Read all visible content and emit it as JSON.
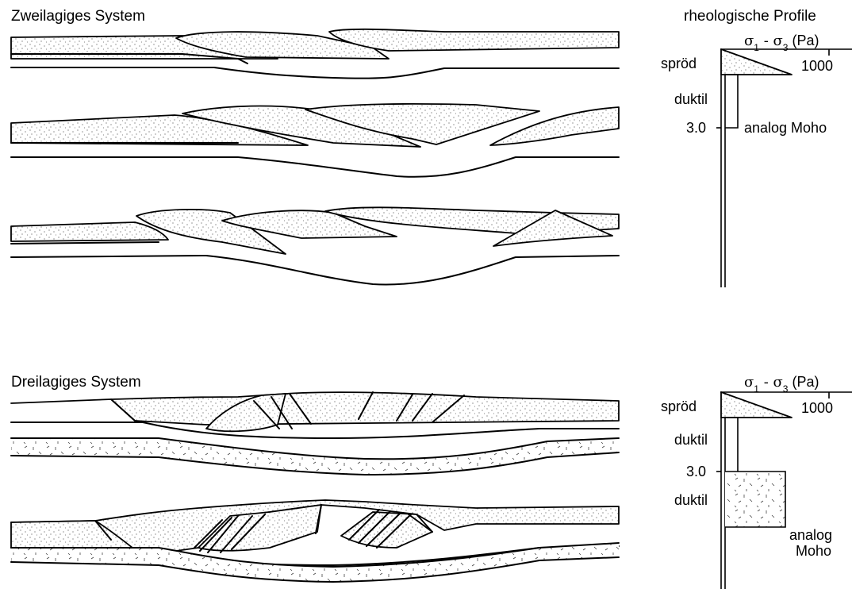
{
  "titles": {
    "two_layer": "Zweilagiges System",
    "three_layer": "Dreilagiges System",
    "profiles": "rheologische Profile"
  },
  "profile_top": {
    "stress_sigma": "σ",
    "stress_sub1": "1",
    "stress_dash": " - σ",
    "stress_sub3": "3",
    "stress_unit": " (Pa)",
    "tick_value": "1000",
    "brittle_label": "spröd",
    "ductile_label": "duktil",
    "depth_value": "3.0",
    "moho_label": "analog Moho"
  },
  "profile_bottom": {
    "stress_sigma": "σ",
    "stress_sub1": "1",
    "stress_dash": " - σ",
    "stress_sub3": "3",
    "stress_unit": " (Pa)",
    "tick_value": "1000",
    "brittle_label": "spröd",
    "ductile_label_1": "duktil",
    "depth_value": "3.0",
    "ductile_label_2": "duktil",
    "moho_label_1": "analog",
    "moho_label_2": "Moho"
  },
  "colors": {
    "line": "#000000",
    "background": "#ffffff",
    "stipple": "#555555"
  }
}
